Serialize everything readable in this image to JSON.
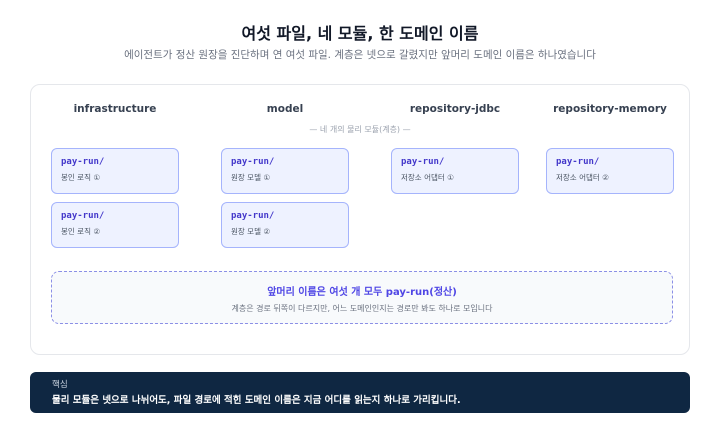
{
  "header": {
    "title": "여섯 파일, 네 모듈, 한 도메인 이름",
    "subtitle": "에이전트가 정산 원장을 진단하며 연 여섯 파일. 계층은 넷으로 갈렸지만 앞머리 도메인 이름은 하나였습니다"
  },
  "columns": [
    {
      "label": "infrastructure"
    },
    {
      "label": "model"
    },
    {
      "label": "repository-jdbc"
    },
    {
      "label": "repository-memory"
    }
  ],
  "modules_caption": "— 네 개의 물리 모듈(계층) —",
  "cards": [
    {
      "path": "pay-run/",
      "desc": "봉인 로직 ①"
    },
    {
      "path": "pay-run/",
      "desc": "봉인 로직 ②"
    },
    {
      "path": "pay-run/",
      "desc": "원장 모델 ①"
    },
    {
      "path": "pay-run/",
      "desc": "원장 모델 ②"
    },
    {
      "path": "pay-run/",
      "desc": "저장소 어댑터 ①"
    },
    {
      "path": "pay-run/",
      "desc": "저장소 어댑터 ②"
    }
  ],
  "callout": {
    "title": "앞머리 이름은 여섯 개 모두 pay-run(정산)",
    "body": "계층은 경로 뒤쪽이 다르지만, 어느 도메인인지는 경로만 봐도 하나로 모입니다"
  },
  "takeaway": {
    "label": "핵심",
    "text": "물리 모듈은 넷으로 나뉘어도, 파일 경로에 적힌 도메인 이름은 지금 어디를 읽는지 하나로 가리킵니다."
  },
  "colors": {
    "accent": "#4f46e5",
    "card_bg": "#eef2ff",
    "card_border": "#a5b4fc",
    "footer_bg": "#0f2742"
  }
}
